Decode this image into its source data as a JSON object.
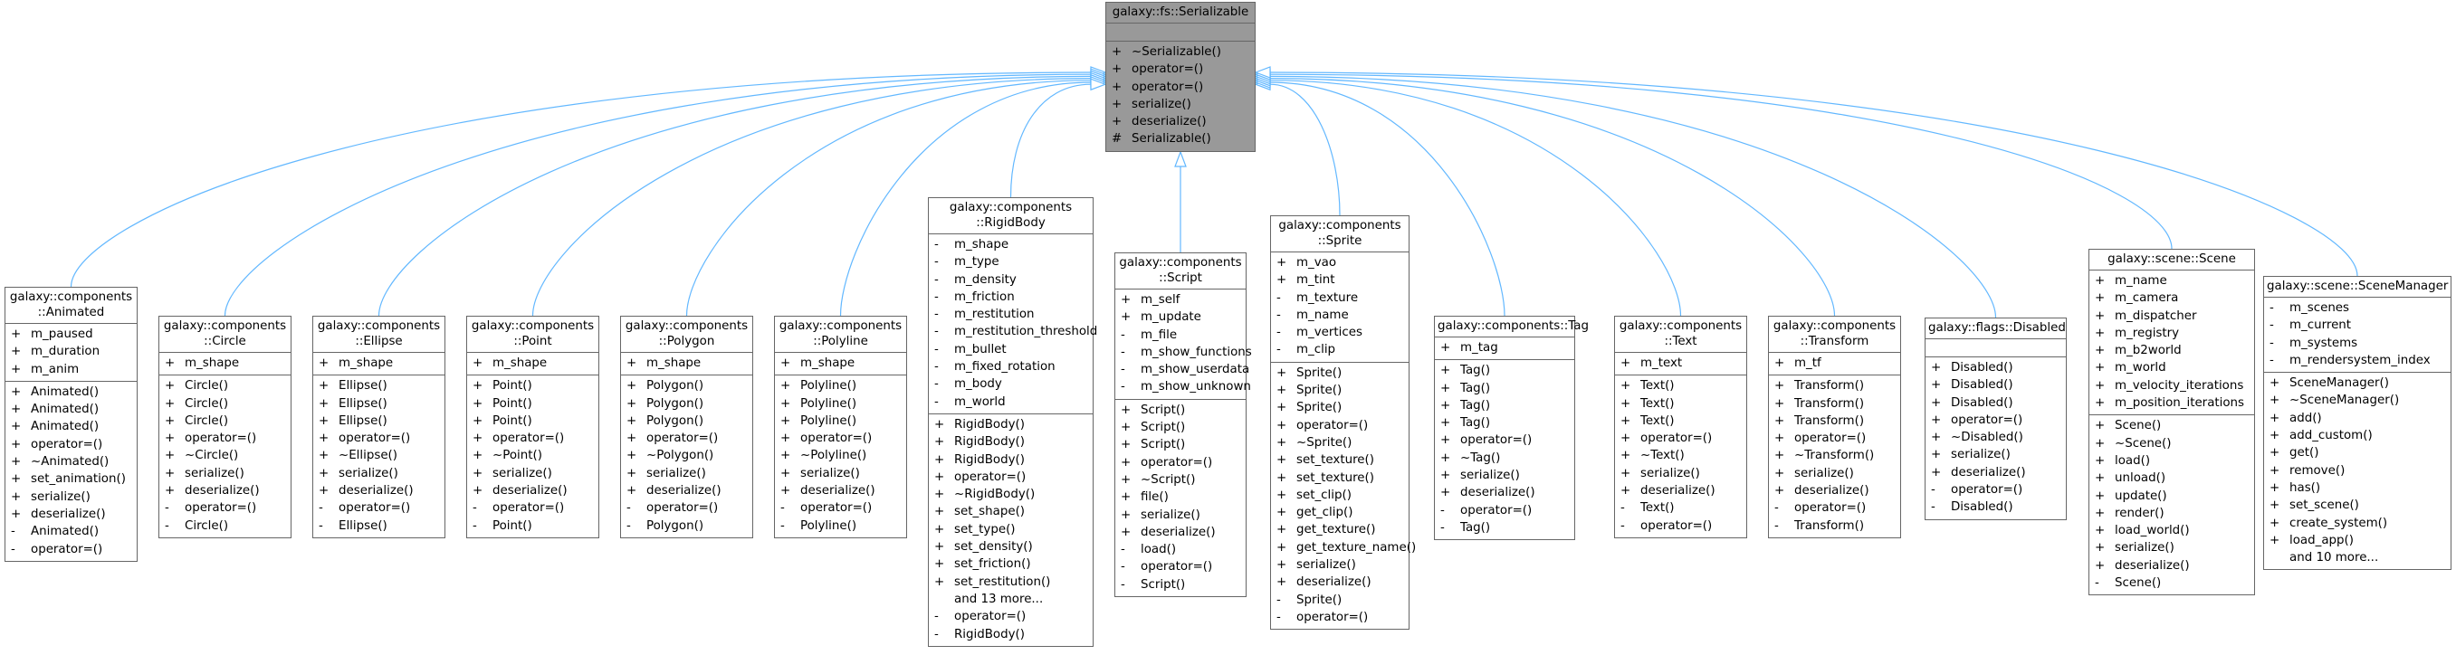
{
  "diagram": {
    "base": {
      "title": [
        "galaxy::fs::Serializable"
      ],
      "attrs": [],
      "methods": [
        [
          "+",
          "~Serializable()"
        ],
        [
          "+",
          "operator=()"
        ],
        [
          "+",
          "operator=()"
        ],
        [
          "+",
          "serialize()"
        ],
        [
          "+",
          "deserialize()"
        ],
        [
          "#",
          "Serializable()"
        ]
      ]
    },
    "classes": [
      {
        "title": [
          "galaxy::components",
          "::Animated"
        ],
        "attrs": [
          [
            "+",
            "m_paused"
          ],
          [
            "+",
            "m_duration"
          ],
          [
            "+",
            "m_anim"
          ]
        ],
        "methods": [
          [
            "+",
            "Animated()"
          ],
          [
            "+",
            "Animated()"
          ],
          [
            "+",
            "Animated()"
          ],
          [
            "+",
            "operator=()"
          ],
          [
            "+",
            "~Animated()"
          ],
          [
            "+",
            "set_animation()"
          ],
          [
            "+",
            "serialize()"
          ],
          [
            "+",
            "deserialize()"
          ],
          [
            "-",
            "Animated()"
          ],
          [
            "-",
            "operator=()"
          ]
        ]
      },
      {
        "title": [
          "galaxy::components",
          "::Circle"
        ],
        "attrs": [
          [
            "+",
            "m_shape"
          ]
        ],
        "methods": [
          [
            "+",
            "Circle()"
          ],
          [
            "+",
            "Circle()"
          ],
          [
            "+",
            "Circle()"
          ],
          [
            "+",
            "operator=()"
          ],
          [
            "+",
            "~Circle()"
          ],
          [
            "+",
            "serialize()"
          ],
          [
            "+",
            "deserialize()"
          ],
          [
            "-",
            "operator=()"
          ],
          [
            "-",
            "Circle()"
          ]
        ]
      },
      {
        "title": [
          "galaxy::components",
          "::Ellipse"
        ],
        "attrs": [
          [
            "+",
            "m_shape"
          ]
        ],
        "methods": [
          [
            "+",
            "Ellipse()"
          ],
          [
            "+",
            "Ellipse()"
          ],
          [
            "+",
            "Ellipse()"
          ],
          [
            "+",
            "operator=()"
          ],
          [
            "+",
            "~Ellipse()"
          ],
          [
            "+",
            "serialize()"
          ],
          [
            "+",
            "deserialize()"
          ],
          [
            "-",
            "operator=()"
          ],
          [
            "-",
            "Ellipse()"
          ]
        ]
      },
      {
        "title": [
          "galaxy::components",
          "::Point"
        ],
        "attrs": [
          [
            "+",
            "m_shape"
          ]
        ],
        "methods": [
          [
            "+",
            "Point()"
          ],
          [
            "+",
            "Point()"
          ],
          [
            "+",
            "Point()"
          ],
          [
            "+",
            "operator=()"
          ],
          [
            "+",
            "~Point()"
          ],
          [
            "+",
            "serialize()"
          ],
          [
            "+",
            "deserialize()"
          ],
          [
            "-",
            "operator=()"
          ],
          [
            "-",
            "Point()"
          ]
        ]
      },
      {
        "title": [
          "galaxy::components",
          "::Polygon"
        ],
        "attrs": [
          [
            "+",
            "m_shape"
          ]
        ],
        "methods": [
          [
            "+",
            "Polygon()"
          ],
          [
            "+",
            "Polygon()"
          ],
          [
            "+",
            "Polygon()"
          ],
          [
            "+",
            "operator=()"
          ],
          [
            "+",
            "~Polygon()"
          ],
          [
            "+",
            "serialize()"
          ],
          [
            "+",
            "deserialize()"
          ],
          [
            "-",
            "operator=()"
          ],
          [
            "-",
            "Polygon()"
          ]
        ]
      },
      {
        "title": [
          "galaxy::components",
          "::Polyline"
        ],
        "attrs": [
          [
            "+",
            "m_shape"
          ]
        ],
        "methods": [
          [
            "+",
            "Polyline()"
          ],
          [
            "+",
            "Polyline()"
          ],
          [
            "+",
            "Polyline()"
          ],
          [
            "+",
            "operator=()"
          ],
          [
            "+",
            "~Polyline()"
          ],
          [
            "+",
            "serialize()"
          ],
          [
            "+",
            "deserialize()"
          ],
          [
            "-",
            "operator=()"
          ],
          [
            "-",
            "Polyline()"
          ]
        ]
      },
      {
        "title": [
          "galaxy::components",
          "::RigidBody"
        ],
        "attrs": [
          [
            "-",
            "m_shape"
          ],
          [
            "-",
            "m_type"
          ],
          [
            "-",
            "m_density"
          ],
          [
            "-",
            "m_friction"
          ],
          [
            "-",
            "m_restitution"
          ],
          [
            "-",
            "m_restitution_threshold"
          ],
          [
            "-",
            "m_bullet"
          ],
          [
            "-",
            "m_fixed_rotation"
          ],
          [
            "-",
            "m_body"
          ],
          [
            "-",
            "m_world"
          ]
        ],
        "methods": [
          [
            "+",
            "RigidBody()"
          ],
          [
            "+",
            "RigidBody()"
          ],
          [
            "+",
            "RigidBody()"
          ],
          [
            "+",
            "operator=()"
          ],
          [
            "+",
            "~RigidBody()"
          ],
          [
            "+",
            "set_shape()"
          ],
          [
            "+",
            "set_type()"
          ],
          [
            "+",
            "set_density()"
          ],
          [
            "+",
            "set_friction()"
          ],
          [
            "+",
            "set_restitution()"
          ],
          [
            "",
            "and 13 more..."
          ],
          [
            "-",
            "operator=()"
          ],
          [
            "-",
            "RigidBody()"
          ]
        ]
      },
      {
        "title": [
          "galaxy::components",
          "::Script"
        ],
        "attrs": [
          [
            "+",
            "m_self"
          ],
          [
            "+",
            "m_update"
          ],
          [
            "-",
            "m_file"
          ],
          [
            "-",
            "m_show_functions"
          ],
          [
            "-",
            "m_show_userdata"
          ],
          [
            "-",
            "m_show_unknown"
          ]
        ],
        "methods": [
          [
            "+",
            "Script()"
          ],
          [
            "+",
            "Script()"
          ],
          [
            "+",
            "Script()"
          ],
          [
            "+",
            "operator=()"
          ],
          [
            "+",
            "~Script()"
          ],
          [
            "+",
            "file()"
          ],
          [
            "+",
            "serialize()"
          ],
          [
            "+",
            "deserialize()"
          ],
          [
            "-",
            "load()"
          ],
          [
            "-",
            "operator=()"
          ],
          [
            "-",
            "Script()"
          ]
        ]
      },
      {
        "title": [
          "galaxy::components",
          "::Sprite"
        ],
        "attrs": [
          [
            "+",
            "m_vao"
          ],
          [
            "+",
            "m_tint"
          ],
          [
            "-",
            "m_texture"
          ],
          [
            "-",
            "m_name"
          ],
          [
            "-",
            "m_vertices"
          ],
          [
            "-",
            "m_clip"
          ]
        ],
        "methods": [
          [
            "+",
            "Sprite()"
          ],
          [
            "+",
            "Sprite()"
          ],
          [
            "+",
            "Sprite()"
          ],
          [
            "+",
            "operator=()"
          ],
          [
            "+",
            "~Sprite()"
          ],
          [
            "+",
            "set_texture()"
          ],
          [
            "+",
            "set_texture()"
          ],
          [
            "+",
            "set_clip()"
          ],
          [
            "+",
            "get_clip()"
          ],
          [
            "+",
            "get_texture()"
          ],
          [
            "+",
            "get_texture_name()"
          ],
          [
            "+",
            "serialize()"
          ],
          [
            "+",
            "deserialize()"
          ],
          [
            "-",
            "Sprite()"
          ],
          [
            "-",
            "operator=()"
          ]
        ]
      },
      {
        "title": [
          "galaxy::components::Tag"
        ],
        "attrs": [
          [
            "+",
            "m_tag"
          ]
        ],
        "methods": [
          [
            "+",
            "Tag()"
          ],
          [
            "+",
            "Tag()"
          ],
          [
            "+",
            "Tag()"
          ],
          [
            "+",
            "Tag()"
          ],
          [
            "+",
            "operator=()"
          ],
          [
            "+",
            "~Tag()"
          ],
          [
            "+",
            "serialize()"
          ],
          [
            "+",
            "deserialize()"
          ],
          [
            "-",
            "operator=()"
          ],
          [
            "-",
            "Tag()"
          ]
        ]
      },
      {
        "title": [
          "galaxy::components",
          "::Text"
        ],
        "attrs": [
          [
            "+",
            "m_text"
          ]
        ],
        "methods": [
          [
            "+",
            "Text()"
          ],
          [
            "+",
            "Text()"
          ],
          [
            "+",
            "Text()"
          ],
          [
            "+",
            "operator=()"
          ],
          [
            "+",
            "~Text()"
          ],
          [
            "+",
            "serialize()"
          ],
          [
            "+",
            "deserialize()"
          ],
          [
            "-",
            "Text()"
          ],
          [
            "-",
            "operator=()"
          ]
        ]
      },
      {
        "title": [
          "galaxy::components",
          "::Transform"
        ],
        "attrs": [
          [
            "+",
            "m_tf"
          ]
        ],
        "methods": [
          [
            "+",
            "Transform()"
          ],
          [
            "+",
            "Transform()"
          ],
          [
            "+",
            "Transform()"
          ],
          [
            "+",
            "operator=()"
          ],
          [
            "+",
            "~Transform()"
          ],
          [
            "+",
            "serialize()"
          ],
          [
            "+",
            "deserialize()"
          ],
          [
            "-",
            "operator=()"
          ],
          [
            "-",
            "Transform()"
          ]
        ]
      },
      {
        "title": [
          "galaxy::flags::Disabled"
        ],
        "attrs": [],
        "methods": [
          [
            "+",
            "Disabled()"
          ],
          [
            "+",
            "Disabled()"
          ],
          [
            "+",
            "Disabled()"
          ],
          [
            "+",
            "operator=()"
          ],
          [
            "+",
            "~Disabled()"
          ],
          [
            "+",
            "serialize()"
          ],
          [
            "+",
            "deserialize()"
          ],
          [
            "-",
            "operator=()"
          ],
          [
            "-",
            "Disabled()"
          ]
        ]
      },
      {
        "title": [
          "galaxy::scene::Scene"
        ],
        "attrs": [
          [
            "+",
            "m_name"
          ],
          [
            "+",
            "m_camera"
          ],
          [
            "+",
            "m_dispatcher"
          ],
          [
            "+",
            "m_registry"
          ],
          [
            "+",
            "m_b2world"
          ],
          [
            "+",
            "m_world"
          ],
          [
            "+",
            "m_velocity_iterations"
          ],
          [
            "+",
            "m_position_iterations"
          ]
        ],
        "methods": [
          [
            "+",
            "Scene()"
          ],
          [
            "+",
            "~Scene()"
          ],
          [
            "+",
            "load()"
          ],
          [
            "+",
            "unload()"
          ],
          [
            "+",
            "update()"
          ],
          [
            "+",
            "render()"
          ],
          [
            "+",
            "load_world()"
          ],
          [
            "+",
            "serialize()"
          ],
          [
            "+",
            "deserialize()"
          ],
          [
            "-",
            "Scene()"
          ]
        ]
      },
      {
        "title": [
          "galaxy::scene::SceneManager"
        ],
        "attrs": [
          [
            "-",
            "m_scenes"
          ],
          [
            "-",
            "m_current"
          ],
          [
            "-",
            "m_systems"
          ],
          [
            "-",
            "m_rendersystem_index"
          ]
        ],
        "methods": [
          [
            "+",
            "SceneManager()"
          ],
          [
            "+",
            "~SceneManager()"
          ],
          [
            "+",
            "add()"
          ],
          [
            "+",
            "add_custom()"
          ],
          [
            "+",
            "get()"
          ],
          [
            "+",
            "remove()"
          ],
          [
            "+",
            "has()"
          ],
          [
            "+",
            "set_scene()"
          ],
          [
            "+",
            "create_system()"
          ],
          [
            "+",
            "load_app()"
          ],
          [
            "",
            "and 10 more..."
          ]
        ]
      }
    ]
  },
  "colors": {
    "edge": "#63b8ff",
    "border": "#666666",
    "base_fill": "#999999",
    "node_fill": "#ffffff"
  }
}
